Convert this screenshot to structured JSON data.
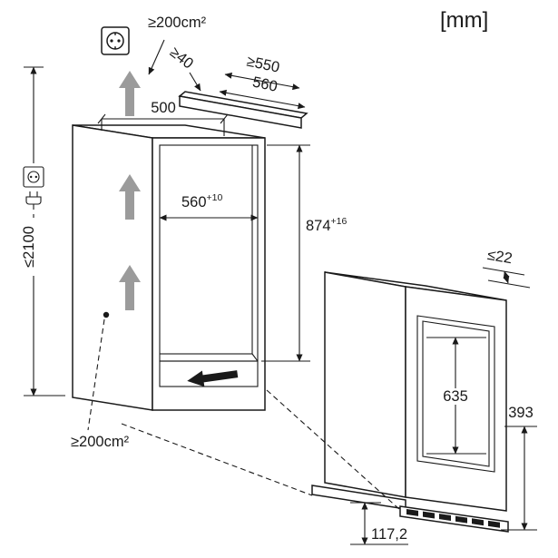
{
  "units_label": "[mm]",
  "colors": {
    "line": "#1a1a1a",
    "airflow_gray": "#9b9b9b"
  },
  "niche": {
    "top_vent": "≥200cm²",
    "bottom_vent": "≥200cm²",
    "top_width": "500",
    "inner_width": "560",
    "inner_width_tol": "+10",
    "inner_height": "874",
    "inner_height_tol": "+16",
    "max_total_height": "≤2100",
    "rear_gap": "≥40",
    "min_depth": "≥550",
    "worktop_depth": "560"
  },
  "appliance": {
    "top_clearance": "≤22",
    "door_inner_height": "635",
    "side_dim": "393",
    "plinth_height": "117,2"
  },
  "icons": {
    "socket": "schuko-socket-icon",
    "connection_socket": "socket-small-icon",
    "connection_plug": "plug-icon",
    "airflow": "airflow-arrow-icon",
    "intake": "intake-arrow-icon"
  }
}
